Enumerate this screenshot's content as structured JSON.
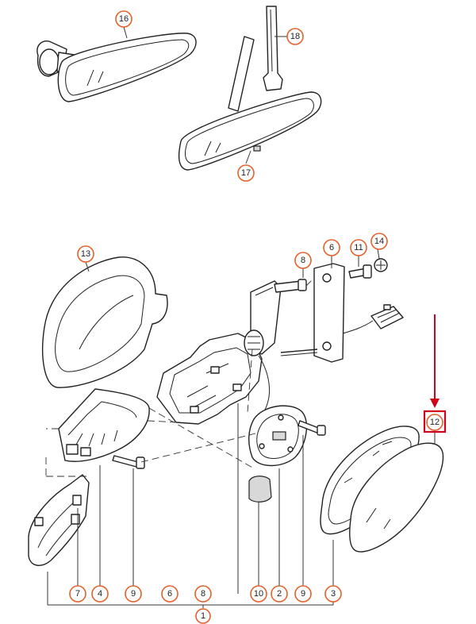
{
  "diagram": {
    "callouts": {
      "c16": "16",
      "c18": "18",
      "c17": "17",
      "c13": "13",
      "c8_top": "8",
      "c6_top": "6",
      "c11": "11",
      "c14": "14",
      "c12": "12",
      "c7": "7",
      "c4": "4",
      "c9_a": "9",
      "c6_b": "6",
      "c8_b": "8",
      "c10": "10",
      "c2": "2",
      "c9_b": "9",
      "c3": "3",
      "c1": "1"
    },
    "highlighted_callout": "12",
    "colors": {
      "callout_ring": "#e2622c",
      "highlight": "#d0021b",
      "line": "#222222"
    }
  }
}
